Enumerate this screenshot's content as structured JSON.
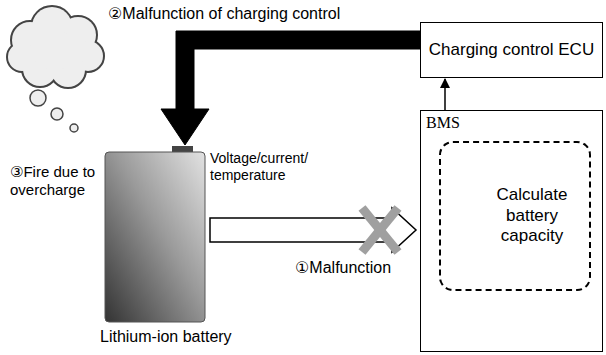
{
  "diagram": {
    "nodes": [
      {
        "text": [
          "Charging control ECU"
        ]
      },
      {
        "text": [
          "BMS"
        ]
      },
      {
        "text": [
          "Calculate battery capacity"
        ],
        "in": 1
      },
      {
        "text": [
          "Lithium-ion battery"
        ]
      }
    ],
    "edges": [
      {
        "from": 0,
        "to": 3,
        "arrow": "to",
        "label": "②Malfunction of charging control"
      },
      {
        "from": 3,
        "to": 1,
        "arrow": "to",
        "label": "①Malfunction"
      },
      {
        "from": 1,
        "to": 0,
        "arrow": "to"
      }
    ],
    "labels": [
      "③Fire due to overcharge",
      "Voltage/current/ temperature"
    ]
  }
}
